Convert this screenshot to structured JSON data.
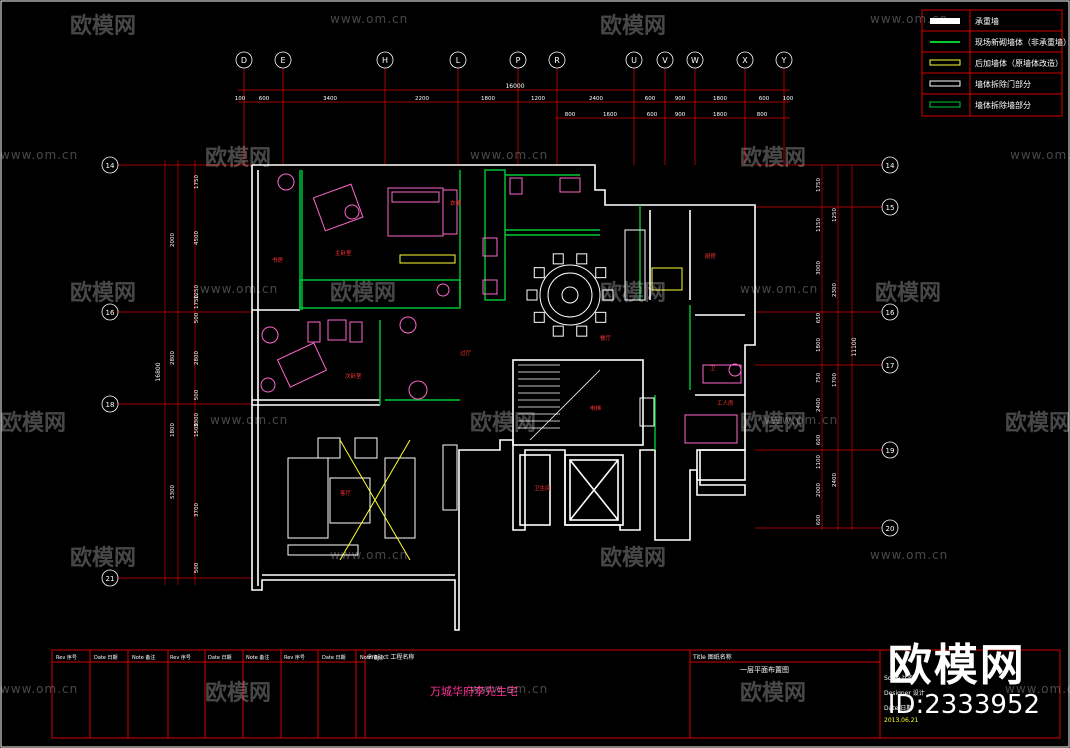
{
  "grid_top": [
    "D",
    "E",
    "H",
    "L",
    "P",
    "R",
    "U",
    "V",
    "W",
    "X",
    "Y"
  ],
  "grid_left": [
    "14",
    "16",
    "18",
    "21"
  ],
  "grid_right": [
    "14",
    "15",
    "16",
    "17",
    "19",
    "20"
  ],
  "dim_top_total": "16000",
  "dim_top_row1": [
    "100",
    "600",
    "3400",
    "2200",
    "1800",
    "1200",
    "2400",
    "600",
    "900",
    "1800",
    "600",
    "100"
  ],
  "dim_top_row2": [
    "800",
    "1600",
    "600",
    "900",
    "1800",
    "800"
  ],
  "dim_left_total": "16800",
  "dim_left_row1": [
    "1750",
    "4500",
    "1250",
    "1750",
    "500",
    "2800",
    "500",
    "3300",
    "1500",
    "3700",
    "500"
  ],
  "dim_left_row2": [
    "2000",
    "2800",
    "1800",
    "5300"
  ],
  "dim_right_total": "11100",
  "dim_right_row1": [
    "1750",
    "1150",
    "3000",
    "650",
    "1800",
    "750",
    "2400",
    "600",
    "1100",
    "2000",
    "600"
  ],
  "dim_right_row2": [
    "1250",
    "2300",
    "1700",
    "2400"
  ],
  "room_labels": [
    "主卧室",
    "衣帽",
    "书房",
    "次卧室",
    "过厅",
    "客厅",
    "餐厅",
    "厨房",
    "卫",
    "工人房",
    "电梯",
    "卫生间"
  ],
  "legend": [
    "承重墙",
    "现场新砌墙体（非承重墙）",
    "后加墙体（原墙体改造）",
    "墙体拆除门部分",
    "墙体拆除墙部分"
  ],
  "title_block": {
    "col_labels": [
      "Rev 序号",
      "Date 日期",
      "Note 备注",
      "Rev 序号",
      "Date 日期",
      "Note 备注",
      "Rev 序号",
      "Date 日期",
      "Note 备注",
      "Rev 序号",
      "Date 日期",
      "Note 备注"
    ],
    "project_label": "Project 工程名称",
    "project_name": "万城华府李先生宅",
    "drawing_label": "Title 图纸名称",
    "drawing_name": "一层平面布置图",
    "misc": [
      "Scale 比例",
      "Designer 设计",
      "Date 日期",
      "2013.06.21"
    ]
  },
  "watermark": {
    "logo": "欧模网",
    "url": "www.om.cn",
    "stamp_text": "欧模网",
    "stamp_id": "ID:2333952"
  },
  "colors": {
    "wall": "#ffffff",
    "new_wall": "#00cc33",
    "grid": "#d40000",
    "furniture": "#ff66cc",
    "dim": "#ffffff",
    "axis_text": "#ffffff",
    "yellow": "#ffff33"
  }
}
